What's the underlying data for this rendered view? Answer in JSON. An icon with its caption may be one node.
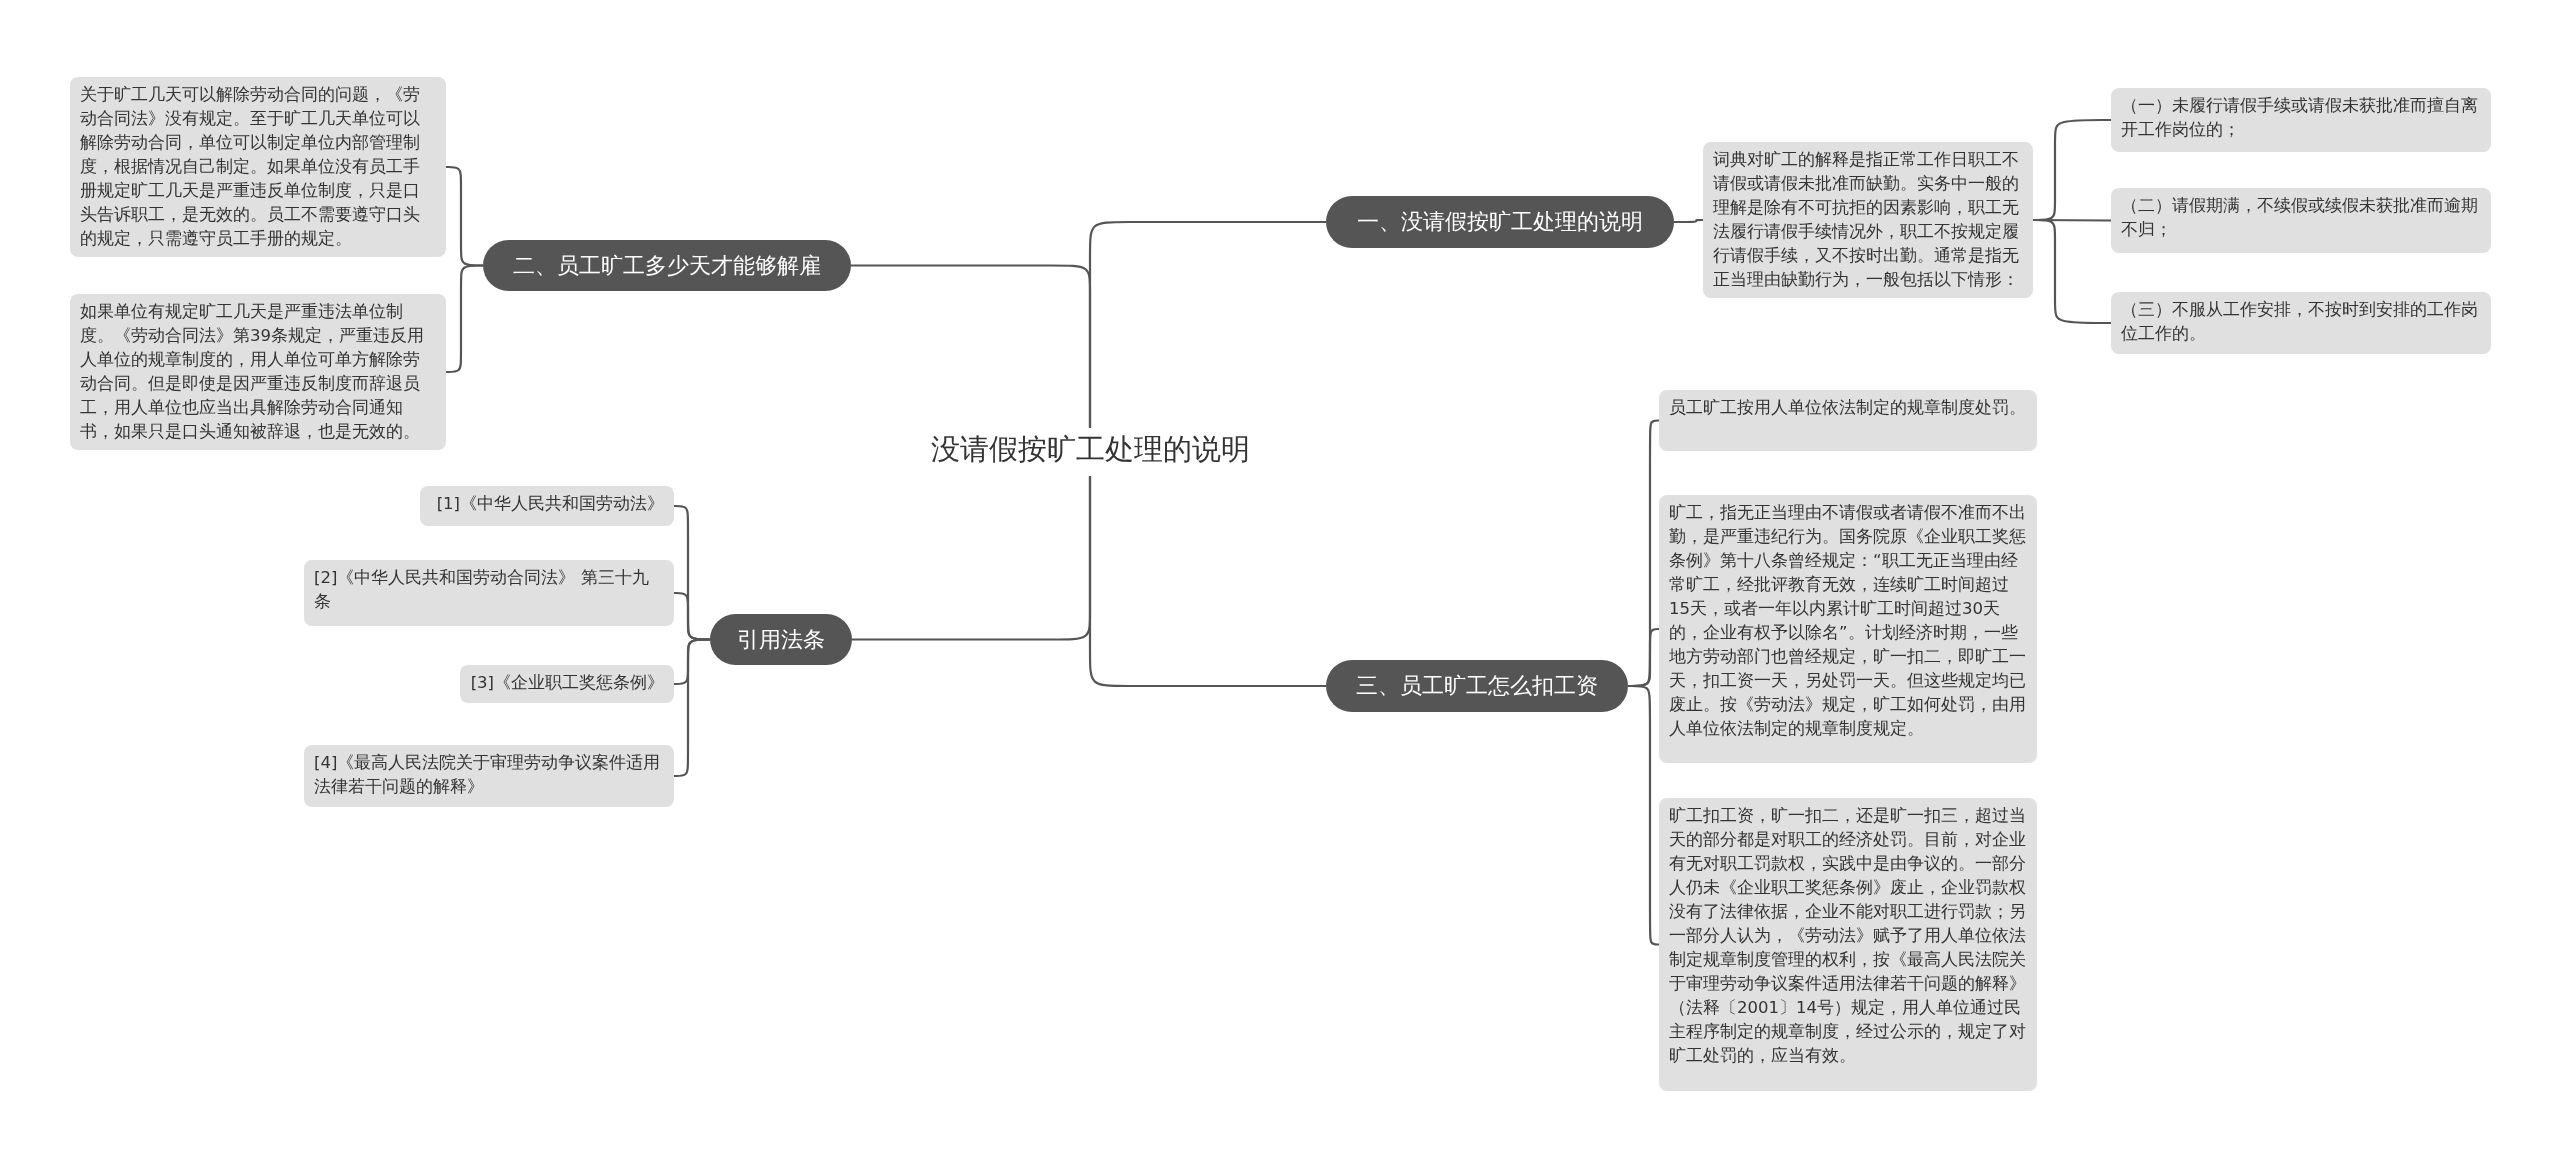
{
  "diagram": {
    "nodes": [
      {
        "text": [
          "没请假按旷工处理的说明"
        ]
      },
      {
        "text": [
          "一、没请假按旷工处理的说明"
        ]
      },
      {
        "text": [
          "词典对旷工的解释是指正常工作日职工不请假或请假未批准而缺勤。实务中一般的理解是除有不可抗拒的因素影响，职工无法履行请假手续情况外，职工不按规定履行请假手续，又不按时出勤。通常是指无正当理由缺勤行为，一般包括以下情形："
        ]
      },
      {
        "text": [
          "（一）未履行请假手续或请假未获批准而擅自离开工作岗位的；"
        ]
      },
      {
        "text": [
          "（二）请假期满，不续假或续假未获批准而逾期不归；"
        ]
      },
      {
        "text": [
          "（三）不服从工作安排，不按时到安排的工作岗位工作的。"
        ]
      },
      {
        "text": [
          "二、员工旷工多少天才能够解雇"
        ]
      },
      {
        "text": [
          "关于旷工几天可以解除劳动合同的问题，《劳动合同法》没有规定。至于旷工几天单位可以解除劳动合同，单位可以制定单位内部管理制度，根据情况自己制定。如果单位没有员工手册规定旷工几天是严重违反单位制度，只是口头告诉职工，是无效的。员工不需要遵守口头的规定，只需遵守员工手册的规定。"
        ]
      },
      {
        "text": [
          "如果单位有规定旷工几天是严重违法单位制度。《劳动合同法》第39条规定，严重违反用人单位的规章制度的，用人单位可单方解除劳动合同。但是即使是因严重违反制度而辞退员工，用人单位也应当出具解除劳动合同通知书，如果只是口头通知被辞退，也是无效的。"
        ]
      },
      {
        "text": [
          "引用法条"
        ]
      },
      {
        "text": [
          "[1]《中华人民共和国劳动法》"
        ]
      },
      {
        "text": [
          "[2]《中华人民共和国劳动合同法》 第三十九条"
        ]
      },
      {
        "text": [
          "[3]《企业职工奖惩条例》"
        ]
      },
      {
        "text": [
          "[4]《最高人民法院关于审理劳动争议案件适用法律若干问题的解释》"
        ]
      },
      {
        "text": [
          "三、员工旷工怎么扣工资"
        ]
      },
      {
        "text": [
          "员工旷工按用人单位依法制定的规章制度处罚。"
        ]
      },
      {
        "text": [
          "旷工，指无正当理由不请假或者请假不准而不出勤，是严重违纪行为。国务院原《企业职工奖惩条例》第十八条曾经规定：“职工无正当理由经常旷工，经批评教育无效，连续旷工时间超过15天，或者一年以内累计旷工时间超过30天的，企业有权予以除名”。计划经济时期，一些地方劳动部门也曾经规定，旷一扣二，即旷工一天，扣工资一天，另处罚一天。但这些规定均已废止。按《劳动法》规定，旷工如何处罚，由用人单位依法制定的规章制度规定。"
        ]
      },
      {
        "text": [
          "旷工扣工资，旷一扣二，还是旷一扣三，超过当天的部分都是对职工的经济处罚。目前，对企业有无对职工罚款权，实践中是由争议的。一部分人仍未《企业职工奖惩条例》废止，企业罚款权没有了法律依据，企业不能对职工进行罚款；另一部分人认为，《劳动法》赋予了用人单位依法制定规章制度管理的权利，按《最高人民法院关于审理劳动争议案件适用法律若干问题的解释》（法释〔2001〕14号）规定，用人单位通过民主程序制定的规章制度，经过公示的，规定了对旷工处罚的，应当有效。"
        ]
      }
    ],
    "edges": [
      {
        "from": 0,
        "to": 1,
        "arrow": "none"
      },
      {
        "from": 1,
        "to": 2,
        "arrow": "none"
      },
      {
        "from": 2,
        "to": 3,
        "arrow": "none"
      },
      {
        "from": 2,
        "to": 4,
        "arrow": "none"
      },
      {
        "from": 2,
        "to": 5,
        "arrow": "none"
      },
      {
        "from": 0,
        "to": 6,
        "arrow": "none"
      },
      {
        "from": 6,
        "to": 7,
        "arrow": "none"
      },
      {
        "from": 6,
        "to": 8,
        "arrow": "none"
      },
      {
        "from": 0,
        "to": 9,
        "arrow": "none"
      },
      {
        "from": 9,
        "to": 10,
        "arrow": "none"
      },
      {
        "from": 9,
        "to": 11,
        "arrow": "none"
      },
      {
        "from": 9,
        "to": 12,
        "arrow": "none"
      },
      {
        "from": 9,
        "to": 13,
        "arrow": "none"
      },
      {
        "from": 0,
        "to": 14,
        "arrow": "none"
      },
      {
        "from": 14,
        "to": 15,
        "arrow": "none"
      },
      {
        "from": 14,
        "to": 16,
        "arrow": "none"
      },
      {
        "from": 14,
        "to": 17,
        "arrow": "none"
      }
    ]
  }
}
